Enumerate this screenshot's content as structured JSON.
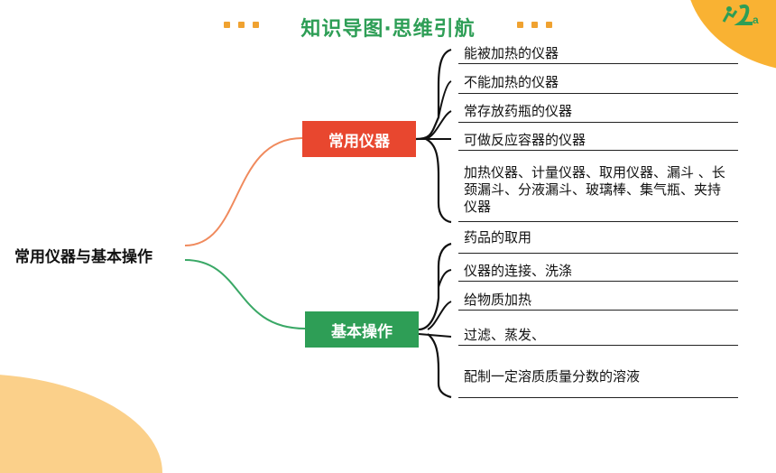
{
  "header": {
    "title": "知识导图·思维引航"
  },
  "root": {
    "label": "常用仪器与基本操作"
  },
  "branches": [
    {
      "label": "常用仪器",
      "color": "#e8472f",
      "leaves": [
        "能被加热的仪器",
        "不能加热的仪器",
        "常存放药瓶的仪器",
        "可做反应容器的仪器",
        "加热仪器、计量仪器、取用仪器、漏斗 、长颈漏斗、分液漏斗、玻璃棒、集气瓶、夹持仪器"
      ]
    },
    {
      "label": "基本操作",
      "color": "#2e9e56",
      "leaves": [
        "药品的取用",
        "仪器的连接、洗涤",
        "给物质加热",
        "过滤、蒸发、",
        "配制一定溶质质量分数的溶液"
      ]
    }
  ],
  "colors": {
    "accent_orange": "#f0a230",
    "brand_green": "#2e9e56",
    "branch_red": "#e8472f"
  }
}
